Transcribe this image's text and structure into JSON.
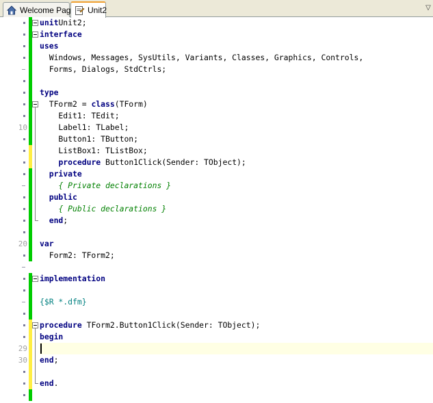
{
  "tabs": [
    {
      "label": "Welcome Page",
      "icon": "home-icon",
      "active": false
    },
    {
      "label": "Unit2",
      "icon": "unit-file-icon",
      "active": true
    }
  ],
  "tab_scroll_icon": "chevron-down-icon",
  "colors": {
    "keyword": "#000080",
    "comment": "#008000",
    "directive": "#008080",
    "saved_change": "#00cc00",
    "unsaved_change": "#ffee44",
    "current_line": "#ffffe4"
  },
  "editor": {
    "lines": [
      {
        "t": [
          [
            "kw",
            "unit"
          ],
          [
            "",
            "Unit2;"
          ]
        ]
      },
      {
        "t": [
          [
            "kw",
            "interface"
          ]
        ]
      },
      {
        "t": [
          [
            "kw",
            "uses"
          ]
        ]
      },
      {
        "t": [
          [
            "",
            "  Windows, Messages, SysUtils, Variants, Classes, Graphics, Controls,"
          ]
        ]
      },
      {
        "t": [
          [
            "",
            "  Forms, Dialogs, StdCtrls;"
          ]
        ]
      },
      {
        "t": []
      },
      {
        "t": [
          [
            "kw",
            "type"
          ]
        ]
      },
      {
        "t": [
          [
            "",
            "  TForm2 = "
          ],
          [
            "kw",
            "class"
          ],
          [
            "",
            "(TForm)"
          ]
        ]
      },
      {
        "t": [
          [
            "",
            "    Edit1: TEdit;"
          ]
        ]
      },
      {
        "t": [
          [
            "",
            "    Label1: TLabel;"
          ]
        ]
      },
      {
        "t": [
          [
            "",
            "    Button1: TButton;"
          ]
        ]
      },
      {
        "t": [
          [
            "",
            "    ListBox1: TListBox;"
          ]
        ]
      },
      {
        "t": [
          [
            "",
            "    "
          ],
          [
            "kw",
            "procedure"
          ],
          [
            "",
            " Button1Click(Sender: TObject);"
          ]
        ]
      },
      {
        "t": [
          [
            "",
            "  "
          ],
          [
            "kw",
            "private"
          ]
        ]
      },
      {
        "t": [
          [
            "",
            "    "
          ],
          [
            "cm",
            "{ Private declarations }"
          ]
        ]
      },
      {
        "t": [
          [
            "",
            "  "
          ],
          [
            "kw",
            "public"
          ]
        ]
      },
      {
        "t": [
          [
            "",
            "    "
          ],
          [
            "cm",
            "{ Public declarations }"
          ]
        ]
      },
      {
        "t": [
          [
            "",
            "  "
          ],
          [
            "kw",
            "end"
          ],
          [
            "",
            ";"
          ]
        ]
      },
      {
        "t": []
      },
      {
        "t": [
          [
            "kw",
            "var"
          ]
        ]
      },
      {
        "t": [
          [
            "",
            "  Form2: TForm2;"
          ]
        ]
      },
      {
        "t": []
      },
      {
        "t": [
          [
            "kw",
            "implementation"
          ]
        ]
      },
      {
        "t": []
      },
      {
        "t": [
          [
            "dir",
            "{$R *.dfm}"
          ]
        ]
      },
      {
        "t": []
      },
      {
        "t": [
          [
            "kw",
            "procedure"
          ],
          [
            "",
            " TForm2.Button1Click(Sender: TObject);"
          ]
        ]
      },
      {
        "t": [
          [
            "kw",
            "begin"
          ]
        ]
      },
      {
        "t": [],
        "current": true
      },
      {
        "t": [
          [
            "kw",
            "end"
          ],
          [
            "",
            ";"
          ]
        ]
      },
      {
        "t": []
      },
      {
        "t": [
          [
            "kw",
            "end"
          ],
          [
            "",
            "."
          ]
        ]
      },
      {
        "t": []
      }
    ],
    "line_numbers": [
      {
        "line": 10,
        "label": "10"
      },
      {
        "line": 20,
        "label": "20"
      },
      {
        "line": 29,
        "label": "29"
      },
      {
        "line": 30,
        "label": "30"
      }
    ],
    "gutter_marks": [
      "dot",
      "dot",
      "dot",
      "dot",
      "dash",
      "dot",
      "dot",
      "dot",
      "dot",
      "num",
      "dot",
      "dot",
      "dot",
      "dot",
      "dash",
      "dot",
      "dot",
      "dot",
      "dot",
      "num",
      "dot",
      "dash",
      "dot",
      "dot",
      "dash",
      "dot",
      "dot",
      "dot",
      "num",
      "num",
      "dot",
      "dot",
      "dot"
    ],
    "change_bars": [
      {
        "from": 1,
        "to": 11,
        "state": "saved"
      },
      {
        "from": 12,
        "to": 13,
        "state": "unsaved"
      },
      {
        "from": 14,
        "to": 21,
        "state": "saved"
      },
      {
        "from": 23,
        "to": 27,
        "state": "saved"
      },
      {
        "from": 27,
        "to": 32,
        "state": "unsaved"
      },
      {
        "from": 33,
        "to": 33,
        "state": "saved"
      }
    ],
    "folds": [
      {
        "box": 1
      },
      {
        "box": 2
      },
      {
        "box": 8,
        "end": 18
      },
      {
        "box": 23
      },
      {
        "box": 27,
        "end": 32
      }
    ]
  }
}
